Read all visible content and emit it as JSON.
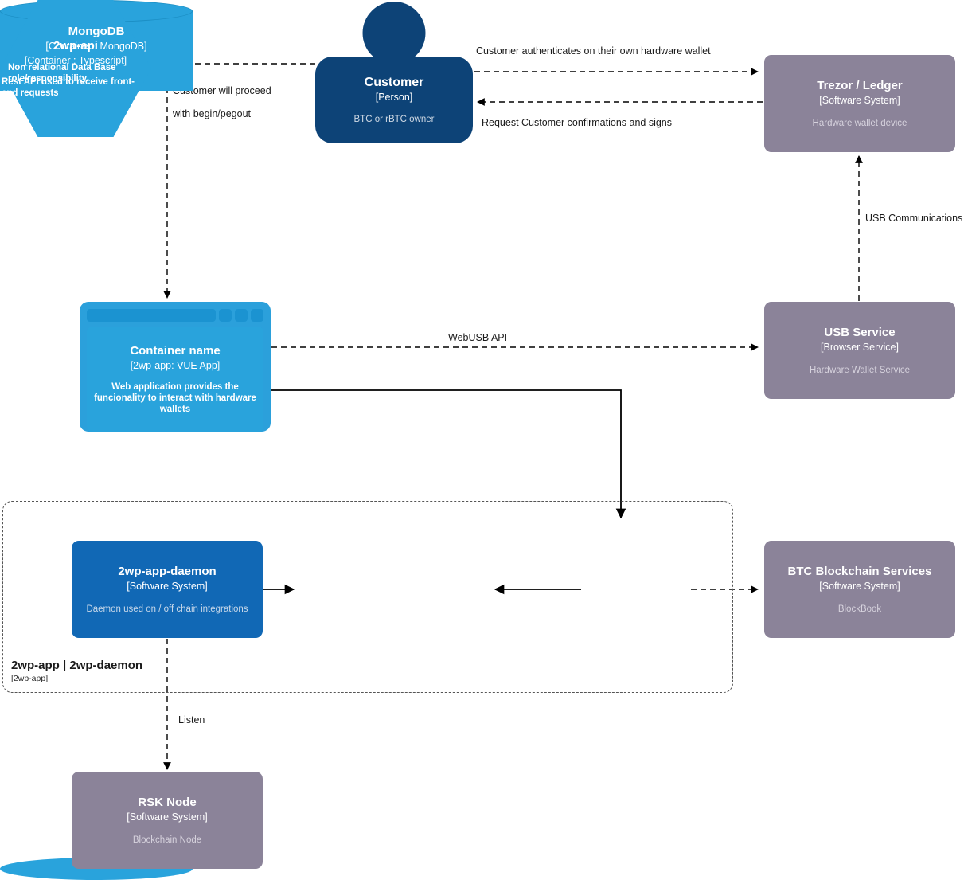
{
  "diagram": {
    "type": "c4-container-diagram",
    "colors": {
      "person": "#0d4377",
      "software_system_blue": "#1168b5",
      "external_system": "#8b8399",
      "container_blue": "#29a3dc",
      "edge": "#000000",
      "boundary": "#555555"
    }
  },
  "nodes": {
    "customer": {
      "title": "Customer",
      "tech": "[Person]",
      "desc": "BTC or rBTC owner"
    },
    "trezor_ledger": {
      "title": "Trezor / Ledger",
      "tech": "[Software System]",
      "desc": "Hardware wallet device"
    },
    "container_name": {
      "title": "Container name",
      "tech": "[2wp-app: VUE App]",
      "desc": "Web application provides the funcionality to interact with hardware wallets"
    },
    "usb_service": {
      "title": "USB Service",
      "tech": "[Browser Service]",
      "desc": "Hardware Wallet Service"
    },
    "daemon": {
      "title": "2wp-app-daemon",
      "tech": "[Software System]",
      "desc": "Daemon used on / off chain integrations"
    },
    "mongodb": {
      "title": "MongoDB",
      "tech": "[Container : MongoDB]",
      "desc": "Non relational Data Base role/responsibility."
    },
    "api": {
      "title": "2wp-api",
      "tech": "[Container : Typescript]",
      "desc": "Rest API used to receive front-end requests"
    },
    "btc_blockchain": {
      "title": "BTC Blockchain Services",
      "tech": "[Software System]",
      "desc": "BlockBook"
    },
    "rsk_node": {
      "title": "RSK Node",
      "tech": "[Software System]",
      "desc": "Blockchain Node"
    }
  },
  "boundary": {
    "title": "2wp-app | 2wp-daemon",
    "tech": "[2wp-app]"
  },
  "edges": {
    "customer_to_trezor": "Customer authenticates on their own hardware wallet",
    "trezor_to_customer": "Request Customer confirmations and signs",
    "customer_to_container_line1": "Customer will proceed",
    "customer_to_container_line2": "with begin/pegout",
    "usb_to_trezor": "USB Communications",
    "container_to_usb": "WebUSB API",
    "daemon_to_rsk": "Listen"
  }
}
